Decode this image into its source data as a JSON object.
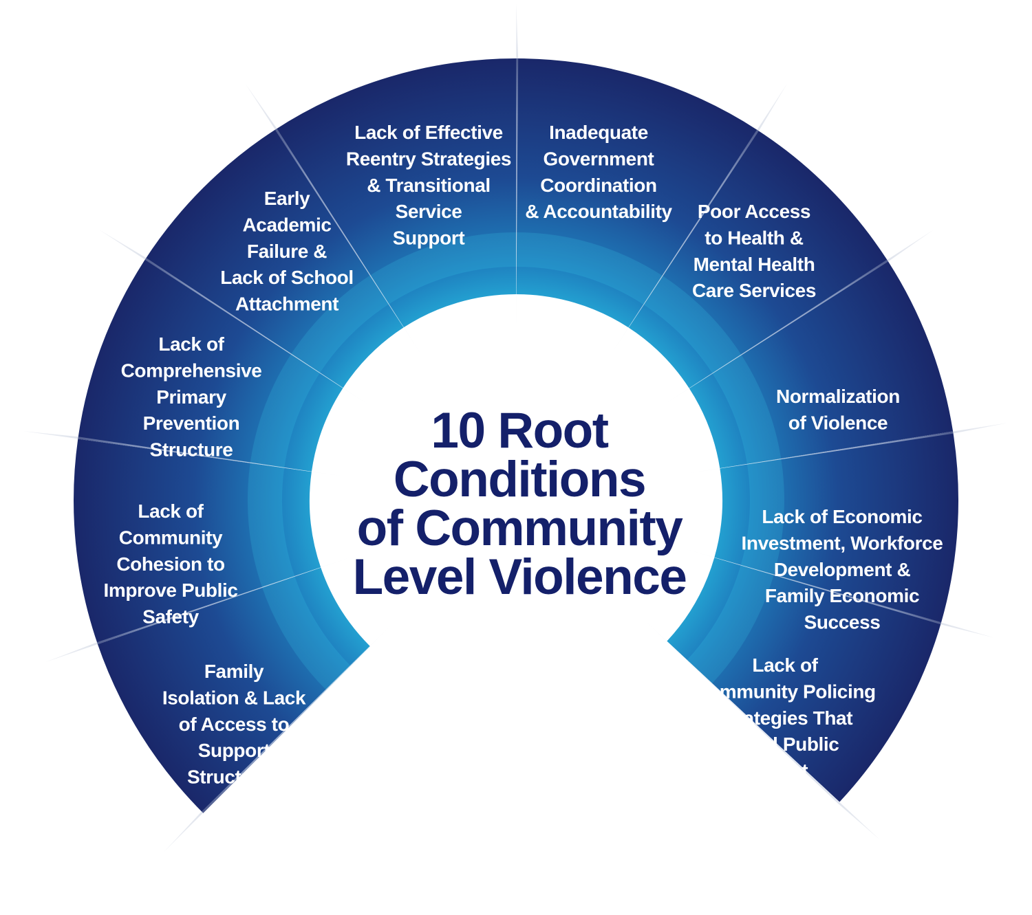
{
  "title_lines": [
    "10 Root",
    "Conditions",
    "of Community",
    "Level Violence"
  ],
  "segments": [
    {
      "lines": [
        "Family",
        "Isolation & Lack",
        "of Access to",
        "Support",
        "Structures"
      ]
    },
    {
      "lines": [
        "Lack of",
        "Community",
        "Cohesion to",
        "Improve Public",
        "Safety"
      ]
    },
    {
      "lines": [
        "Lack of",
        "Comprehensive",
        "Primary",
        "Prevention",
        "Structure"
      ]
    },
    {
      "lines": [
        "Early",
        "Academic",
        "Failure &",
        "Lack of School",
        "Attachment"
      ]
    },
    {
      "lines": [
        "Lack of Effective",
        "Reentry Strategies",
        "& Transitional",
        "Service",
        "Support"
      ]
    },
    {
      "lines": [
        "Inadequate",
        "Government",
        "Coordination",
        "& Accountability"
      ]
    },
    {
      "lines": [
        "Poor Access",
        "to Health &",
        "Mental Health",
        "Care Services"
      ]
    },
    {
      "lines": [
        "Normalization",
        "of Violence"
      ]
    },
    {
      "lines": [
        "Lack of Economic",
        "Investment, Workforce",
        "Development &",
        "Family Economic",
        "Success"
      ]
    },
    {
      "lines": [
        "Lack of",
        "Community Policing",
        "Strategies That",
        "Build Public",
        "Trust"
      ]
    }
  ],
  "colors": {
    "inner": "#29c4e4",
    "mid": "#1e6fb0",
    "outer": "#1a2668",
    "title": "#14206a",
    "label": "#ffffff"
  }
}
